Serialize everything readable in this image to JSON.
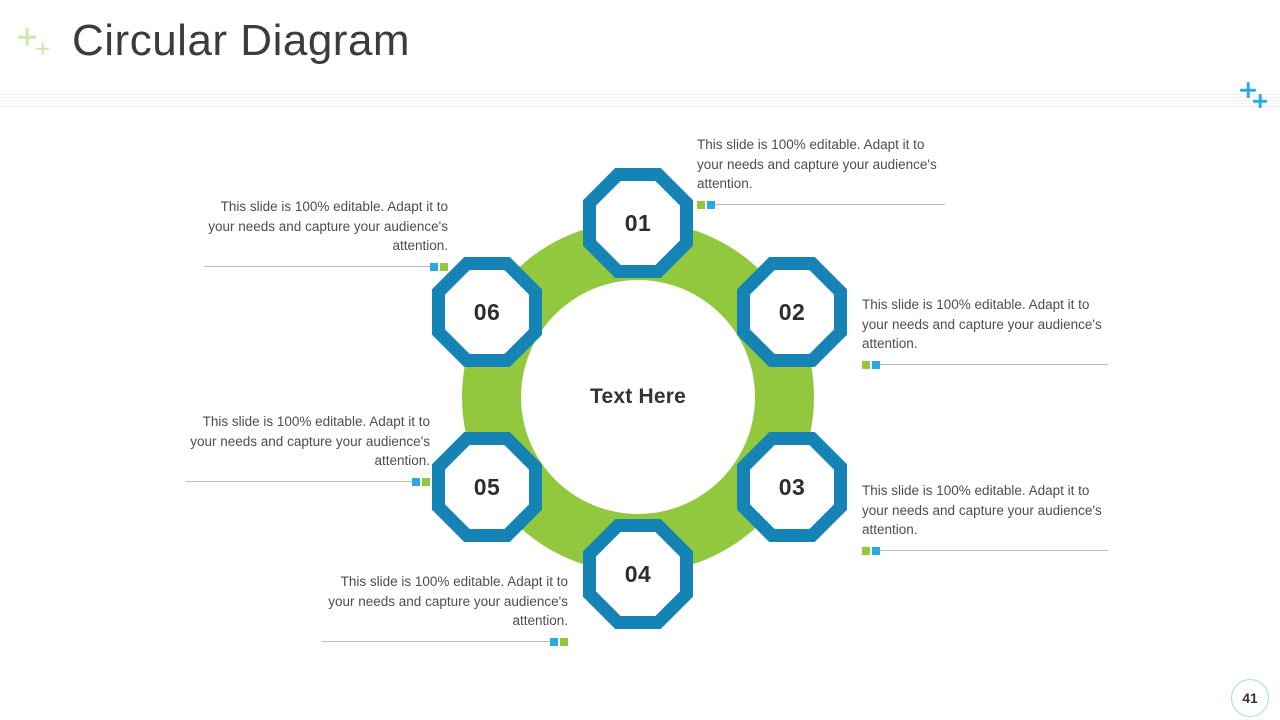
{
  "header": {
    "title": "Circular Diagram",
    "decor_green_sparkle": "plus-sparkle",
    "decor_blue_sparkle": "plus-sparkle"
  },
  "diagram": {
    "center_label": "Text Here",
    "ring_color": "#92C83E",
    "node_color": "#1584B5",
    "nodes": [
      {
        "number": "01",
        "text": "This slide is 100% editable. Adapt it to your needs and capture your audience's attention."
      },
      {
        "number": "02",
        "text": "This slide is 100% editable. Adapt it to your needs and capture your audience's attention."
      },
      {
        "number": "03",
        "text": "This slide is 100% editable. Adapt it to your needs and capture your audience's attention."
      },
      {
        "number": "04",
        "text": "This slide is 100% editable. Adapt it to your needs and capture your audience's attention."
      },
      {
        "number": "05",
        "text": "This slide is 100% editable. Adapt it to your needs and capture your audience's attention."
      },
      {
        "number": "06",
        "text": "This slide is 100% editable. Adapt it to your needs and capture your audience's attention."
      }
    ]
  },
  "footer": {
    "page_number": "41"
  }
}
